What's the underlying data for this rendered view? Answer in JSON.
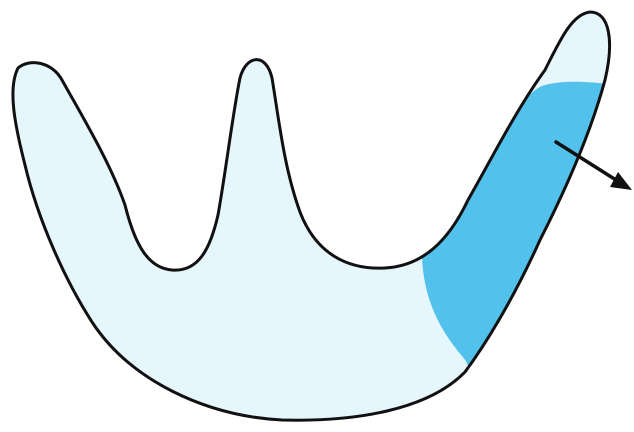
{
  "colors": {
    "background": "#ffffff",
    "body_fill": "#e6f6fd",
    "highlight_fill": "#52c1eb",
    "outline": "#111111",
    "arrow": "#111111"
  },
  "shape": {
    "type": "three-pronged-body",
    "prongs": 3,
    "highlighted_region": "right-prong"
  },
  "pointer": {
    "icon": "arrow-icon",
    "direction": "right-down"
  }
}
